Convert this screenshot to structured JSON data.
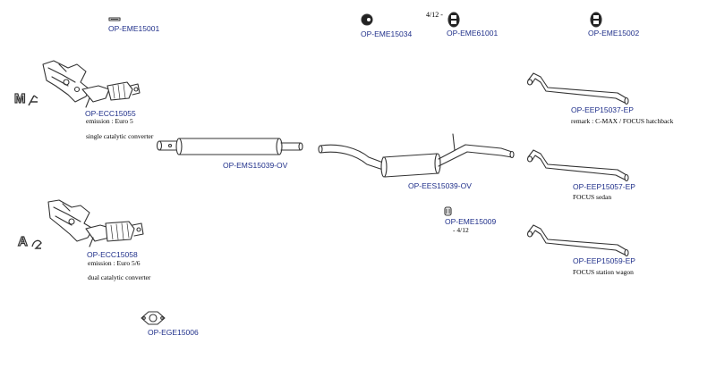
{
  "header": {
    "page_ref": "4/12 -"
  },
  "transmissions": {
    "manual": "M",
    "automatic": "A"
  },
  "parts": {
    "rubber_small": "OP-EME15001",
    "rubber_ring": "OP-EME15034",
    "hanger_top": "OP-EME61001",
    "hanger_right": "OP-EME15002",
    "cat_manual": "OP-ECC15055",
    "cat_auto": "OP-ECC15058",
    "front_silencer": "OP-EMS15039-OV",
    "rear_silencer": "OP-EES15039-OV",
    "clamp": "OP-EME15009",
    "gasket": "OP-EGE15006",
    "tail_1": "OP-EEP15037-EP",
    "tail_2": "OP-EEP15057-EP",
    "tail_3": "OP-EEP15059-EP"
  },
  "notes": {
    "cat_manual_emission": "emission : Euro 5",
    "cat_manual_type": "single catalytic converter",
    "cat_auto_emission": "emission : Euro 5/6",
    "cat_auto_type": "dual catalytic converter",
    "clamp_ref": "- 4/12",
    "tail_1_remark": "remark : C-MAX / FOCUS hatchback",
    "tail_2_remark": "FOCUS sedan",
    "tail_3_remark": "FOCUS station wagon"
  },
  "colors": {
    "code_text": "#1f2f8a",
    "line": "#333333"
  }
}
